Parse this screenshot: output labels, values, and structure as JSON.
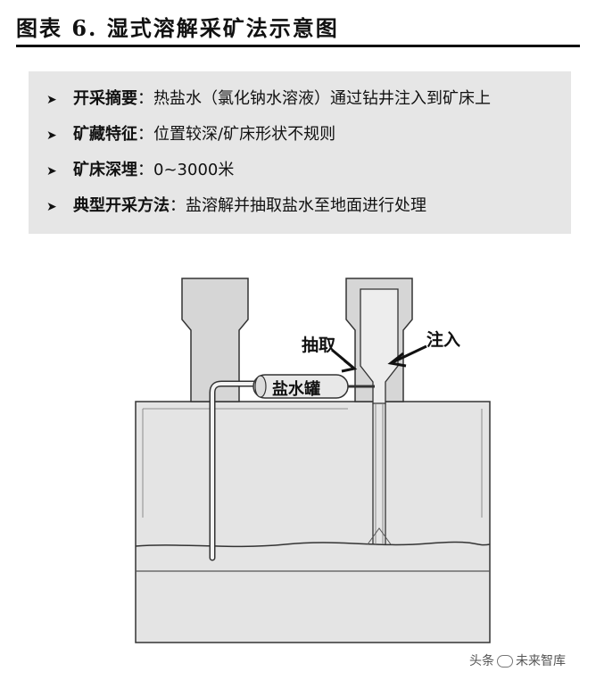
{
  "figure": {
    "title": "图表 6.   湿式溶解采矿法示意图"
  },
  "summary": {
    "items": [
      {
        "label": "开采摘要",
        "text": "：热盐水（氯化钠水溶液）通过钻井注入到矿床上"
      },
      {
        "label": "矿藏特征",
        "text": "：位置较深/矿床形状不规则"
      },
      {
        "label": "矿床深埋",
        "text": "：0~3000米"
      },
      {
        "label": "典型开采方法",
        "text": "：盐溶解并抽取盐水至地面进行处理"
      }
    ]
  },
  "diagram": {
    "label_extract": "抽取",
    "label_inject": "注入",
    "label_tank": "盐水罐"
  },
  "watermark": {
    "left": "头条",
    "right": "未来智库"
  },
  "colors": {
    "panel_bg": "#e6e6e6",
    "ground": "#e4e4e4",
    "structure": "#d6d6d6",
    "line": "#333333"
  }
}
